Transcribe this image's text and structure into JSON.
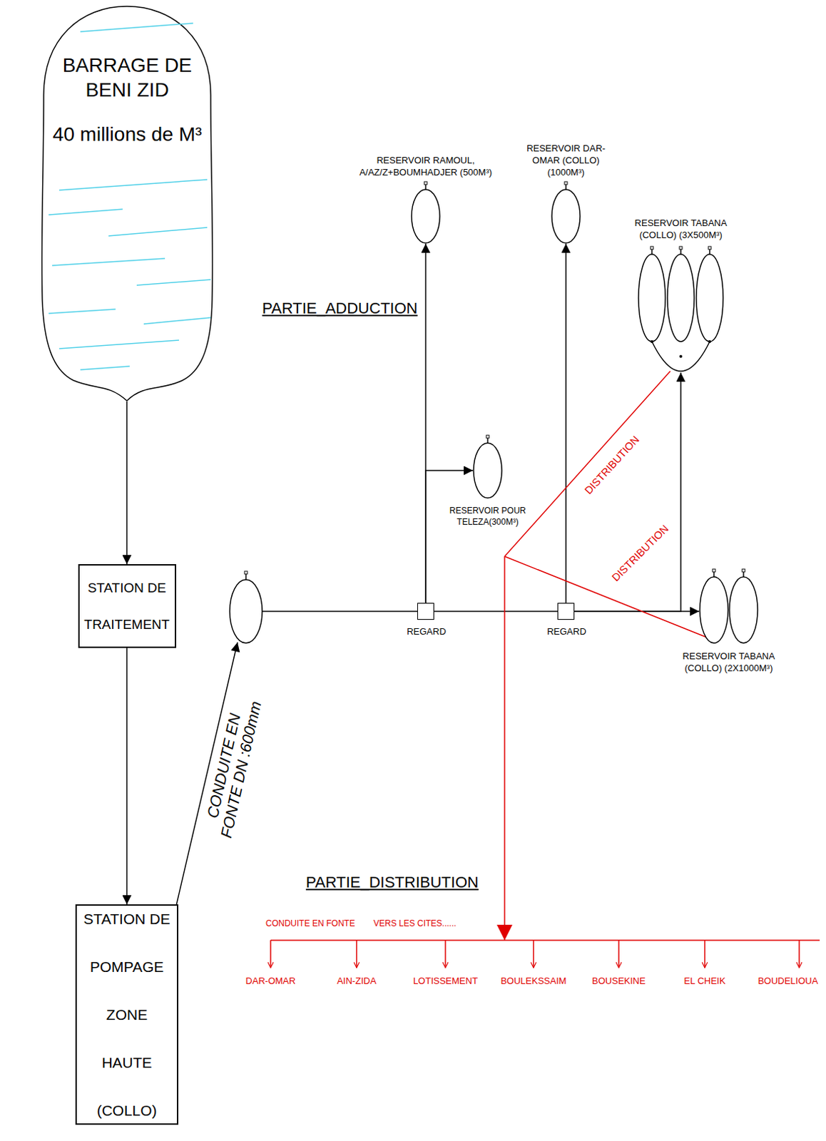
{
  "diagram": {
    "nodes": [
      {
        "text": [
          "BARRAGE DE BENI ZID",
          "40 millions de M³"
        ]
      },
      {
        "text": [
          "STATION DE TRAITEMENT"
        ]
      },
      {
        "text": [
          "STATION DE POMPAGE ZONE HAUTE (COLLO)"
        ]
      },
      {
        "text": [
          "REGARD"
        ]
      },
      {
        "text": [
          "REGARD"
        ]
      },
      {
        "text": [
          "RESERVOIR RAMOUL, A/AZ/Z+BOUMHADJER (500M³)"
        ]
      },
      {
        "text": [
          "RESERVOIR POUR TELEZA(300M³)"
        ]
      },
      {
        "text": [
          "RESERVOIR DAR-OMAR (COLLO) (1000M³)"
        ]
      },
      {
        "text": [
          "RESERVOIR TABANA (COLLO) (3X500M³)"
        ]
      },
      {
        "text": [
          "RESERVOIR TABANA (COLLO) (2X1000M³)"
        ]
      }
    ],
    "edges": [
      {
        "from": 0,
        "to": 1,
        "arrow": "to"
      },
      {
        "from": 1,
        "to": 2,
        "arrow": "to"
      },
      {
        "from": 3,
        "to": 4,
        "arrow": "none"
      },
      {
        "from": 3,
        "to": 5,
        "arrow": "to"
      },
      {
        "from": 3,
        "to": 6,
        "arrow": "to"
      },
      {
        "from": 4,
        "to": 7,
        "arrow": "to"
      },
      {
        "from": 4,
        "to": 8,
        "arrow": "to"
      },
      {
        "from": 4,
        "to": 9,
        "arrow": "to"
      }
    ],
    "labels": [
      "PARTIE_ADDUCTION",
      "CONDUITE EN FONTE DN :600mm",
      "DISTRIBUTION",
      "DISTRIBUTION",
      "PARTIE_DISTRIBUTION",
      "CONDUITE EN FONTE",
      "VERS LES CITES......",
      "DAR-OMAR",
      "AIN-ZIDA",
      "LOTISSEMENT",
      "BOULEKSSAIM",
      "BOUSEKINE",
      "EL CHEIK",
      "BOUDELIOUA"
    ]
  }
}
